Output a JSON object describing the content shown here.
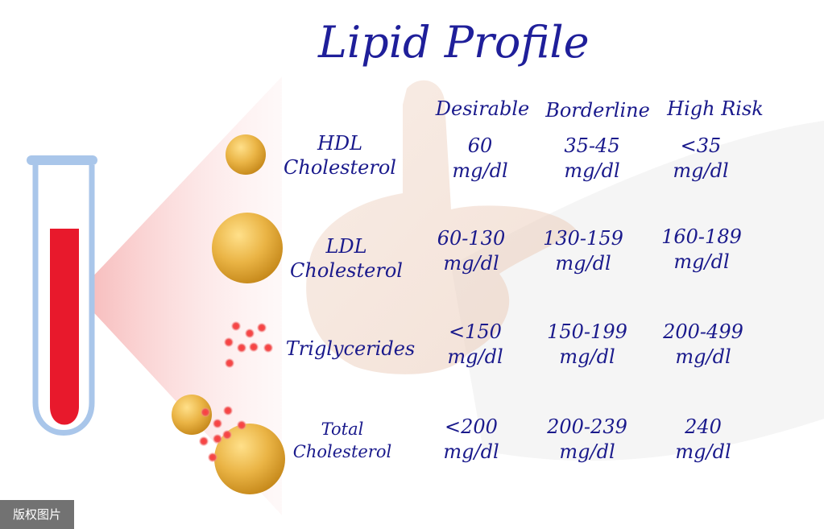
{
  "title": "Lipid Profile",
  "columns": [
    "Desirable",
    "Borderline",
    "High Risk"
  ],
  "rows": [
    {
      "label": [
        "HDL",
        "Cholesterol"
      ],
      "values": [
        [
          "60",
          "mg/dl"
        ],
        [
          "35-45",
          "mg/dl"
        ],
        [
          "<35",
          "mg/dl"
        ]
      ]
    },
    {
      "label": [
        "LDL",
        "Cholesterol"
      ],
      "values": [
        [
          "60-130",
          "mg/dl"
        ],
        [
          "130-159",
          "mg/dl"
        ],
        [
          "160-189",
          "mg/dl"
        ]
      ]
    },
    {
      "label": [
        "Triglycerides"
      ],
      "values": [
        [
          "<150",
          "mg/dl"
        ],
        [
          "150-199",
          "mg/dl"
        ],
        [
          "200-499",
          "mg/dl"
        ]
      ]
    },
    {
      "label": [
        "Total",
        "Cholesterol"
      ],
      "values": [
        [
          "<200",
          "mg/dl"
        ],
        [
          "200-239",
          "mg/dl"
        ],
        [
          "240",
          "mg/dl"
        ]
      ]
    }
  ],
  "watermark": "版权图片",
  "colors": {
    "text": "#1a1a8c",
    "blood": "#e8192c",
    "tube": "#a9c6ea",
    "particle": "#e0a52a",
    "dot": "#f03a3a"
  }
}
